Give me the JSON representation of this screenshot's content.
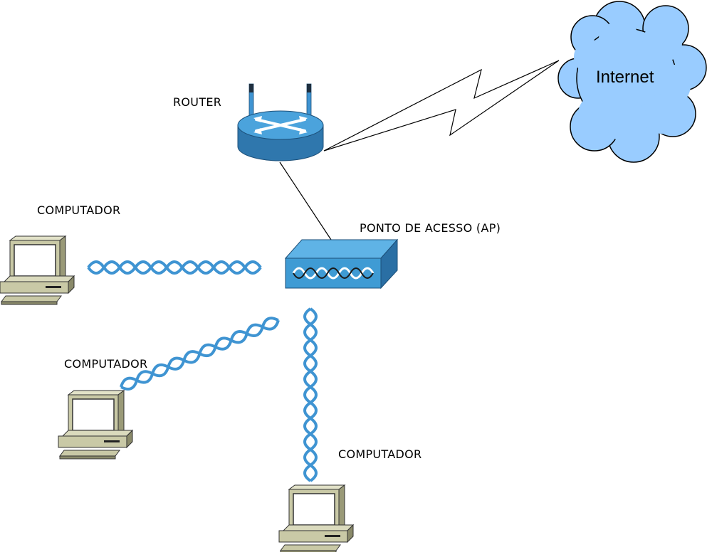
{
  "labels": {
    "router": "ROUTER",
    "access_point": "PONTO DE ACESSO (AP)",
    "computer_left": "COMPUTADOR",
    "computer_lower_left": "COMPUTADOR",
    "computer_bottom": "COMPUTADOR",
    "internet": "Internet"
  },
  "colors": {
    "cloud_fill": "#99ccff",
    "router_top": "#4ba3dc",
    "router_body": "#2f77ad",
    "ap_front": "#3f9bd4",
    "ap_top": "#5fb3e6",
    "ap_side": "#2a6fa4",
    "wireless_link": "#3f94d2",
    "computer_body": "#c9c9a6",
    "computer_dark": "#8a8a6a"
  },
  "icons": {
    "router": "router-icon",
    "access_point": "access-point-icon",
    "computer": "computer-icon",
    "cloud": "cloud-icon",
    "wan_link": "lightning-link-icon",
    "wireless": "wireless-wave-icon"
  }
}
